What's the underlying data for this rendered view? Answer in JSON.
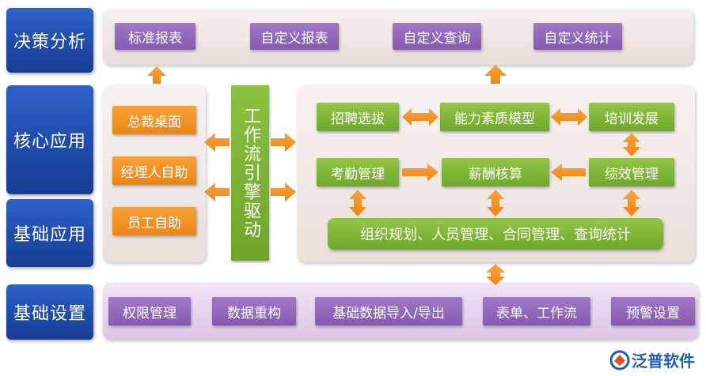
{
  "side_labels": {
    "decision": "决策分析",
    "core": "核心应用",
    "basic_app": "基础应用",
    "basic_settings": "基础设置"
  },
  "decision_items": [
    "标准报表",
    "自定义报表",
    "自定义查询",
    "自定义统计"
  ],
  "portal_items": [
    "总裁桌面",
    "经理人自助",
    "员工自助"
  ],
  "engine_label": "工作流引擎驱动",
  "core_modules": {
    "recruit": "招聘选拔",
    "competency": "能力素质模型",
    "training": "培训发展",
    "attendance": "考勤管理",
    "salary": "薪酬核算",
    "performance": "绩效管理",
    "org_bar": "组织规划、人员管理、合同管理、查询统计"
  },
  "settings_items": [
    "权限管理",
    "数据重构",
    "基础数据导入/导出",
    "表单、工作流",
    "预警设置"
  ],
  "logo": {
    "text": "泛普软件"
  },
  "colors": {
    "side_blue": "#1e4aa8",
    "purple": "#8659b3",
    "orange": "#ec8514",
    "green": "#6fa82a"
  }
}
